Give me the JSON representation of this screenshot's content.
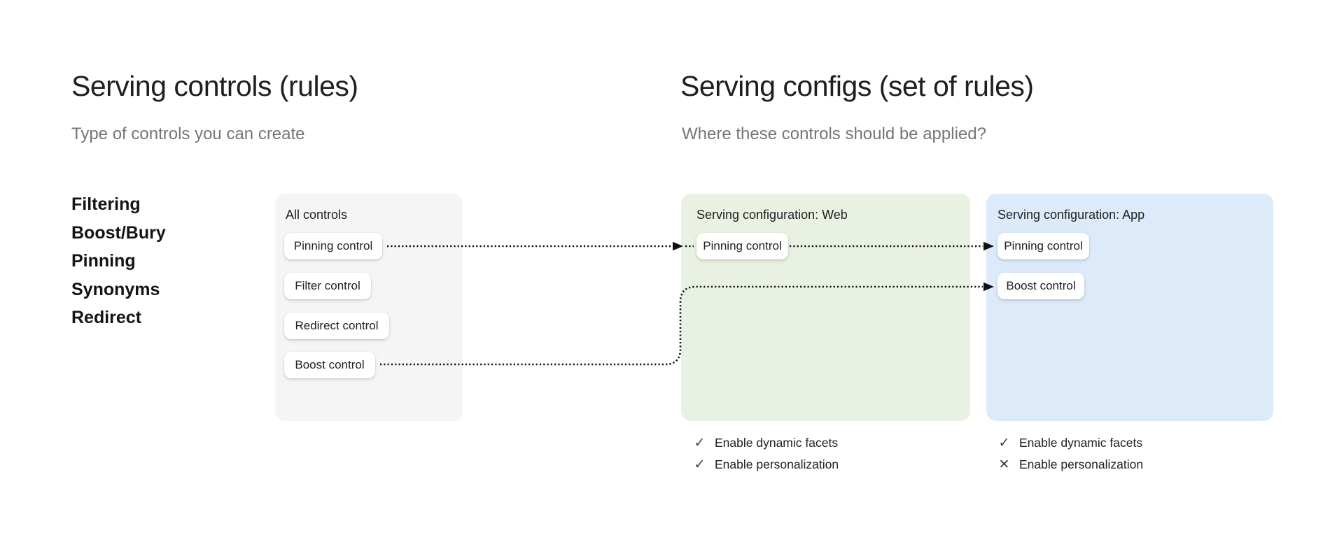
{
  "sections": {
    "left": {
      "title": "Serving controls (rules)",
      "subtitle": "Type of controls you can create",
      "control_types": [
        "Filtering",
        "Boost/Bury",
        "Pinning",
        "Synonyms",
        "Redirect"
      ]
    },
    "right": {
      "title": "Serving configs (set of rules)",
      "subtitle": "Where these controls should be applied?"
    }
  },
  "cards": {
    "all_controls": {
      "label": "All controls",
      "controls": [
        "Pinning control",
        "Filter control",
        "Redirect control",
        "Boost control"
      ]
    },
    "web": {
      "label": "Serving configuration: Web",
      "controls": [
        "Pinning control"
      ],
      "features": [
        {
          "label": "Enable dynamic facets",
          "enabled": true,
          "icon": "check-icon",
          "glyph": "✓"
        },
        {
          "label": "Enable personalization",
          "enabled": true,
          "icon": "check-icon",
          "glyph": "✓"
        }
      ]
    },
    "app": {
      "label": "Serving configuration: App",
      "controls": [
        "Pinning control",
        "Boost control"
      ],
      "features": [
        {
          "label": "Enable dynamic facets",
          "enabled": true,
          "icon": "check-icon",
          "glyph": "✓"
        },
        {
          "label": "Enable personalization",
          "enabled": false,
          "icon": "x-icon",
          "glyph": "✕"
        }
      ]
    }
  },
  "arrows": [
    {
      "from": "All controls / Pinning control",
      "to": "Serving configuration: Web / Pinning control",
      "style": "dotted"
    },
    {
      "from": "Serving configuration: Web / Pinning control",
      "to": "Serving configuration: App / Pinning control",
      "style": "dotted"
    },
    {
      "from": "All controls / Boost control",
      "to": "Serving configuration: App / Boost control",
      "style": "dotted"
    }
  ],
  "colors": {
    "all_controls_card_bg": "#f5f5f5",
    "web_card_bg": "#e9f1e2",
    "app_card_bg": "#dceafa",
    "pill_bg": "#ffffff",
    "title_text": "#1f1f1f",
    "subtitle_text": "#757575",
    "body_text": "#202124",
    "arrow": "#101010"
  }
}
